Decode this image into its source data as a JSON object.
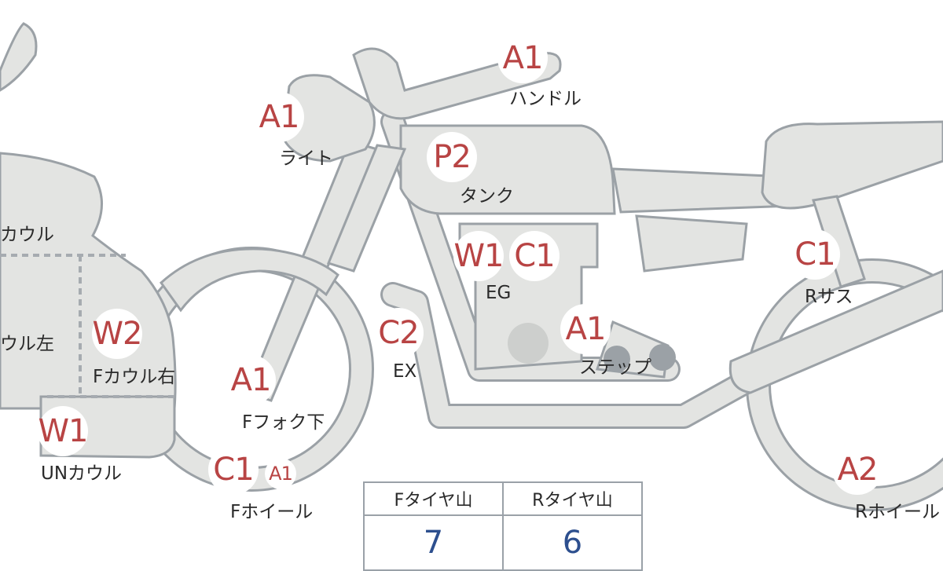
{
  "parts": [
    {
      "id": "handle",
      "grade": "A1",
      "label": "ハンドル"
    },
    {
      "id": "light",
      "grade": "A1",
      "label": "ライト"
    },
    {
      "id": "tank",
      "grade": "P2",
      "label": "タンク"
    },
    {
      "id": "engine",
      "grades": [
        "W1",
        "C1"
      ],
      "label": "EG"
    },
    {
      "id": "rear-suspension",
      "grade": "C1",
      "label": "Rサス"
    },
    {
      "id": "step",
      "grade": "A1",
      "label": "ステップ"
    },
    {
      "id": "exhaust",
      "grade": "C2",
      "label": "EX"
    },
    {
      "id": "front-fork",
      "grade": "A1",
      "label": "Fフォク下"
    },
    {
      "id": "front-wheel",
      "grades": [
        "C1",
        "A1"
      ],
      "label": "Fホイール"
    },
    {
      "id": "rear-wheel",
      "grade": "A2",
      "label": "Rホイール"
    },
    {
      "id": "right-cowl",
      "grade": "W2",
      "label": "Fカウル右"
    },
    {
      "id": "left-cowl",
      "label": "ウル左"
    },
    {
      "id": "front-cowl",
      "label": "カウル"
    },
    {
      "id": "under-cowl",
      "grade": "W1",
      "label": "UNカウル"
    }
  ],
  "tread": {
    "front_label": "Fタイヤ山",
    "rear_label": "Rタイヤ山",
    "front_value": "7",
    "rear_value": "6"
  },
  "colors": {
    "grade": "#b84444",
    "tread_value": "#2d4f8e",
    "part_fill": "#e3e4e2",
    "part_outline": "#9ba1a6"
  }
}
